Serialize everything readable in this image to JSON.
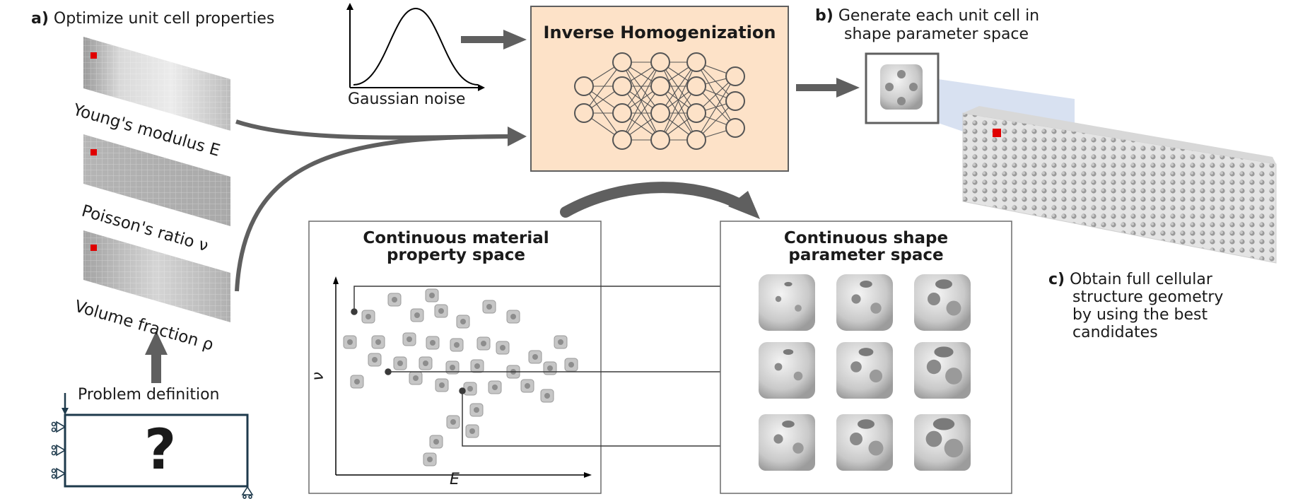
{
  "panel_a": {
    "letter": "a)",
    "title": "Optimize unit cell properties",
    "fields": [
      {
        "label": "Young's modulus E"
      },
      {
        "label": "Poisson's ratio ν"
      },
      {
        "label": "Volume fraction ρ"
      }
    ],
    "problem_definition": "Problem definition",
    "unknown_symbol": "?"
  },
  "noise": {
    "label": "Gaussian noise"
  },
  "model": {
    "title": "Inverse Homogenization",
    "fill": "#fde2c8"
  },
  "panel_b": {
    "letter": "b)",
    "line1": "Generate each unit cell in",
    "line2": "shape parameter space"
  },
  "panel_c": {
    "letter": "c)",
    "lines": [
      "Obtain full cellular",
      "structure geometry",
      "by using the best",
      "candidates"
    ]
  },
  "material_space": {
    "title_line1": "Continuous material",
    "title_line2": "property space",
    "x_label": "E",
    "y_label": "ν"
  },
  "shape_space": {
    "title_line1": "Continuous shape",
    "title_line2": "parameter space"
  },
  "colors": {
    "arrow": "#5f5f5f",
    "highlight": "#e00000",
    "problem_box": "#1e3a4c"
  }
}
